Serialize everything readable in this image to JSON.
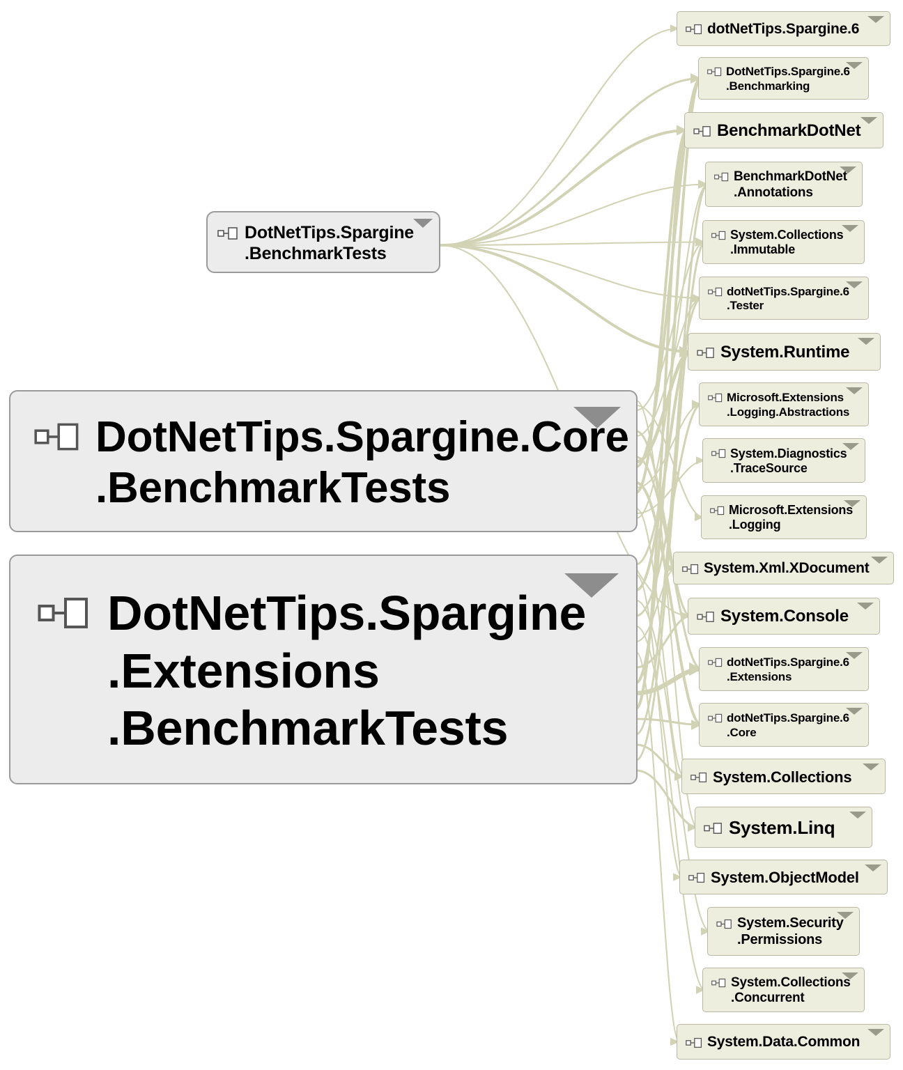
{
  "diagram": {
    "source_nodes": [
      {
        "id": "s_bench",
        "label": "DotNetTips.Spargine\n.BenchmarkTests"
      },
      {
        "id": "s_core",
        "label": "DotNetTips.Spargine.Core\n.BenchmarkTests"
      },
      {
        "id": "s_ext",
        "label": "DotNetTips.Spargine\n.Extensions\n.BenchmarkTests"
      }
    ],
    "target_nodes": [
      {
        "id": "t1",
        "label": "dotNetTips.Spargine.6"
      },
      {
        "id": "t2",
        "label": "DotNetTips.Spargine.6\n.Benchmarking"
      },
      {
        "id": "t3",
        "label": "BenchmarkDotNet"
      },
      {
        "id": "t4",
        "label": "BenchmarkDotNet\n.Annotations"
      },
      {
        "id": "t5",
        "label": "System.Collections\n.Immutable"
      },
      {
        "id": "t6",
        "label": "dotNetTips.Spargine.6\n.Tester"
      },
      {
        "id": "t7",
        "label": "System.Runtime"
      },
      {
        "id": "t8",
        "label": "Microsoft.Extensions\n.Logging.Abstractions"
      },
      {
        "id": "t9",
        "label": "System.Diagnostics\n.TraceSource"
      },
      {
        "id": "t10",
        "label": "Microsoft.Extensions\n.Logging"
      },
      {
        "id": "t11",
        "label": "System.Xml.XDocument"
      },
      {
        "id": "t12",
        "label": "System.Console"
      },
      {
        "id": "t13",
        "label": "dotNetTips.Spargine.6\n.Extensions"
      },
      {
        "id": "t14",
        "label": "dotNetTips.Spargine.6\n.Core"
      },
      {
        "id": "t15",
        "label": "System.Collections"
      },
      {
        "id": "t16",
        "label": "System.Linq"
      },
      {
        "id": "t17",
        "label": "System.ObjectModel"
      },
      {
        "id": "t18",
        "label": "System.Security\n.Permissions"
      },
      {
        "id": "t19",
        "label": "System.Collections\n.Concurrent"
      },
      {
        "id": "t20",
        "label": "System.Data.Common"
      }
    ],
    "edges": [
      {
        "from": "s_bench",
        "to": "t1",
        "weight": 1
      },
      {
        "from": "s_bench",
        "to": "t2",
        "weight": 2
      },
      {
        "from": "s_bench",
        "to": "t3",
        "weight": 3
      },
      {
        "from": "s_bench",
        "to": "t4",
        "weight": 1
      },
      {
        "from": "s_bench",
        "to": "t5",
        "weight": 1
      },
      {
        "from": "s_bench",
        "to": "t6",
        "weight": 1
      },
      {
        "from": "s_bench",
        "to": "t7",
        "weight": 3
      },
      {
        "from": "s_bench",
        "to": "t12",
        "weight": 1
      },
      {
        "from": "s_core",
        "to": "t2",
        "weight": 3
      },
      {
        "from": "s_core",
        "to": "t3",
        "weight": 3
      },
      {
        "from": "s_core",
        "to": "t4",
        "weight": 1
      },
      {
        "from": "s_core",
        "to": "t5",
        "weight": 1
      },
      {
        "from": "s_core",
        "to": "t6",
        "weight": 1
      },
      {
        "from": "s_core",
        "to": "t7",
        "weight": 4
      },
      {
        "from": "s_core",
        "to": "t8",
        "weight": 1
      },
      {
        "from": "s_core",
        "to": "t9",
        "weight": 1
      },
      {
        "from": "s_core",
        "to": "t10",
        "weight": 1
      },
      {
        "from": "s_core",
        "to": "t12",
        "weight": 2
      },
      {
        "from": "s_core",
        "to": "t13",
        "weight": 2
      },
      {
        "from": "s_core",
        "to": "t14",
        "weight": 3
      },
      {
        "from": "s_core",
        "to": "t15",
        "weight": 1
      },
      {
        "from": "s_core",
        "to": "t16",
        "weight": 1
      },
      {
        "from": "s_ext",
        "to": "t2",
        "weight": 3
      },
      {
        "from": "s_ext",
        "to": "t3",
        "weight": 3
      },
      {
        "from": "s_ext",
        "to": "t4",
        "weight": 2
      },
      {
        "from": "s_ext",
        "to": "t5",
        "weight": 2
      },
      {
        "from": "s_ext",
        "to": "t6",
        "weight": 2
      },
      {
        "from": "s_ext",
        "to": "t7",
        "weight": 3
      },
      {
        "from": "s_ext",
        "to": "t8",
        "weight": 2
      },
      {
        "from": "s_ext",
        "to": "t11",
        "weight": 1
      },
      {
        "from": "s_ext",
        "to": "t12",
        "weight": 2
      },
      {
        "from": "s_ext",
        "to": "t13",
        "weight": 6
      },
      {
        "from": "s_ext",
        "to": "t14",
        "weight": 2
      },
      {
        "from": "s_ext",
        "to": "t15",
        "weight": 2
      },
      {
        "from": "s_ext",
        "to": "t16",
        "weight": 2
      },
      {
        "from": "s_ext",
        "to": "t17",
        "weight": 1
      },
      {
        "from": "s_ext",
        "to": "t18",
        "weight": 1
      },
      {
        "from": "s_ext",
        "to": "t19",
        "weight": 1
      },
      {
        "from": "s_ext",
        "to": "t20",
        "weight": 1
      }
    ],
    "colors": {
      "edge": "#d2d2b4",
      "target_fill": "#eeeedf",
      "source_fill": "#ececec",
      "icon": "module-icon"
    }
  }
}
